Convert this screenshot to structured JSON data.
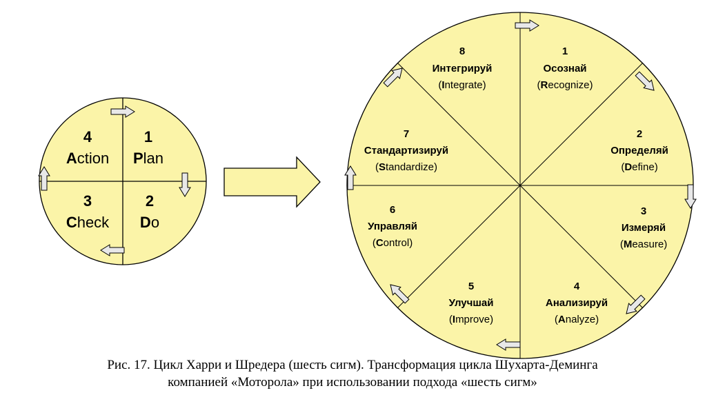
{
  "pdca": {
    "segments": [
      {
        "number": "4",
        "initial": "A",
        "rest": "ction"
      },
      {
        "number": "1",
        "initial": "P",
        "rest": "lan"
      },
      {
        "number": "3",
        "initial": "C",
        "rest": "heck"
      },
      {
        "number": "2",
        "initial": "D",
        "rest": "o"
      }
    ]
  },
  "six_sigma": {
    "steps": [
      {
        "number": "1",
        "ru": "Осознай",
        "initial": "R",
        "rest": "ecognize"
      },
      {
        "number": "2",
        "ru": "Определяй",
        "initial": "D",
        "rest": "efine"
      },
      {
        "number": "3",
        "ru": "Измеряй",
        "initial": "M",
        "rest": "easure"
      },
      {
        "number": "4",
        "ru": "Анализируй",
        "initial": "A",
        "rest": "nalyze"
      },
      {
        "number": "5",
        "ru": "Улучшай",
        "initial": "I",
        "rest": "mprove"
      },
      {
        "number": "6",
        "ru": "Управляй",
        "initial": "C",
        "rest": "ontrol"
      },
      {
        "number": "7",
        "ru": "Стандартизируй",
        "initial": "S",
        "rest": "tandardize"
      },
      {
        "number": "8",
        "ru": "Интегрируй",
        "initial": "I",
        "rest": "ntegrate"
      }
    ]
  },
  "colors": {
    "fill": "#fbf4a8",
    "arrow_fill": "#e8e8e8",
    "stroke": "#000000"
  },
  "caption": {
    "line1": "Рис. 17. Цикл Харри и Шредера (шесть сигм). Трансформация цикла Шухарта-Деминга",
    "line2": "компанией «Моторола» при использовании подхода «шесть сигм»"
  }
}
